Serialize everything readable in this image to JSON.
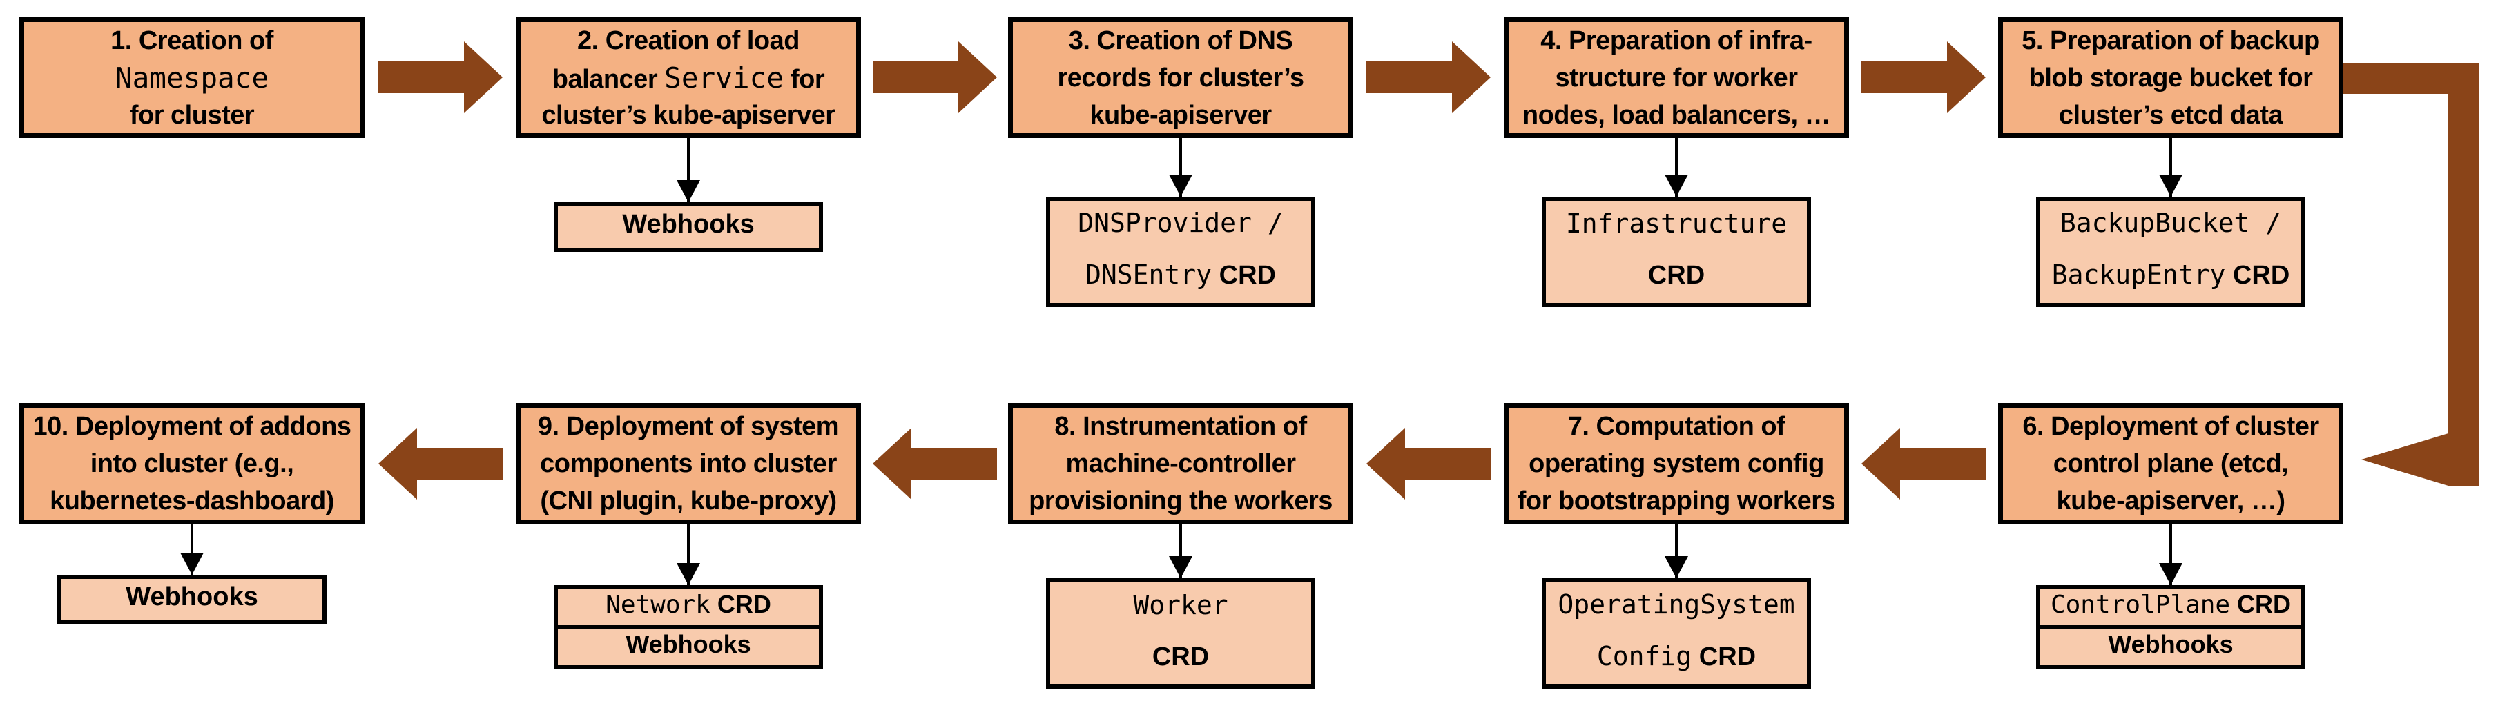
{
  "colors": {
    "step_fill": "#F4B183",
    "sub_fill": "#F8CBAD",
    "arrow_brown": "#8A4418",
    "border": "#000000",
    "background": "#FFFFFF"
  },
  "steps": [
    {
      "row": 0,
      "col": 0,
      "lines": [
        [
          {
            "t": "1. Creation of"
          }
        ],
        [
          {
            "t": "Namespace",
            "mono": true
          }
        ],
        [
          {
            "t": "for cluster"
          }
        ]
      ],
      "sub": null
    },
    {
      "row": 0,
      "col": 1,
      "lines": [
        [
          {
            "t": "2. Creation of load"
          }
        ],
        [
          {
            "t": "balancer "
          },
          {
            "t": "Service",
            "mono": true
          },
          {
            "t": " for"
          }
        ],
        [
          {
            "t": "cluster’s kube-apiserver"
          }
        ]
      ],
      "sub": {
        "kind": "single",
        "boxes": [
          {
            "lines": [
              [
                {
                  "t": "Webhooks"
                }
              ]
            ]
          }
        ]
      }
    },
    {
      "row": 0,
      "col": 2,
      "lines": [
        [
          {
            "t": "3. Creation of DNS"
          }
        ],
        [
          {
            "t": "records for cluster’s"
          }
        ],
        [
          {
            "t": "kube-apiserver"
          }
        ]
      ],
      "sub": {
        "kind": "tall",
        "boxes": [
          {
            "lines": [
              [
                {
                  "t": "DNSProvider /",
                  "mono": true
                }
              ],
              [
                {
                  "t": "DNSEntry",
                  "mono": true
                },
                {
                  "t": " CRD"
                }
              ]
            ]
          }
        ]
      }
    },
    {
      "row": 0,
      "col": 3,
      "lines": [
        [
          {
            "t": "4. Preparation of infra-"
          }
        ],
        [
          {
            "t": "structure for worker"
          }
        ],
        [
          {
            "t": "nodes, load balancers, …"
          }
        ]
      ],
      "sub": {
        "kind": "tall",
        "boxes": [
          {
            "lines": [
              [
                {
                  "t": "Infrastructure",
                  "mono": true
                }
              ],
              [
                {
                  "t": "CRD"
                }
              ]
            ]
          }
        ]
      }
    },
    {
      "row": 0,
      "col": 4,
      "lines": [
        [
          {
            "t": "5. Preparation of backup"
          }
        ],
        [
          {
            "t": "blob storage bucket for"
          }
        ],
        [
          {
            "t": "cluster’s etcd data"
          }
        ]
      ],
      "sub": {
        "kind": "tall",
        "boxes": [
          {
            "lines": [
              [
                {
                  "t": "BackupBucket /",
                  "mono": true
                }
              ],
              [
                {
                  "t": "BackupEntry",
                  "mono": true
                },
                {
                  "t": " CRD"
                }
              ]
            ]
          }
        ]
      }
    },
    {
      "row": 1,
      "col": 4,
      "lines": [
        [
          {
            "t": "6. Deployment of cluster"
          }
        ],
        [
          {
            "t": "control plane (etcd,"
          }
        ],
        [
          {
            "t": "kube-apiserver, …)"
          }
        ]
      ],
      "sub": {
        "kind": "stacked",
        "boxes": [
          {
            "lines": [
              [
                {
                  "t": "ControlPlane",
                  "mono": true
                },
                {
                  "t": " CRD"
                }
              ]
            ]
          },
          {
            "lines": [
              [
                {
                  "t": "Webhooks"
                }
              ]
            ]
          }
        ]
      }
    },
    {
      "row": 1,
      "col": 3,
      "lines": [
        [
          {
            "t": "7. Computation of"
          }
        ],
        [
          {
            "t": "operating system config"
          }
        ],
        [
          {
            "t": "for bootstrapping workers"
          }
        ]
      ],
      "sub": {
        "kind": "tall",
        "boxes": [
          {
            "lines": [
              [
                {
                  "t": "OperatingSystem",
                  "mono": true
                }
              ],
              [
                {
                  "t": "Config",
                  "mono": true
                },
                {
                  "t": " CRD"
                }
              ]
            ]
          }
        ]
      }
    },
    {
      "row": 1,
      "col": 2,
      "lines": [
        [
          {
            "t": "8. Instrumentation of"
          }
        ],
        [
          {
            "t": "machine-controller"
          }
        ],
        [
          {
            "t": "provisioning the workers"
          }
        ]
      ],
      "sub": {
        "kind": "tall",
        "boxes": [
          {
            "lines": [
              [
                {
                  "t": "Worker",
                  "mono": true
                }
              ],
              [
                {
                  "t": "CRD"
                }
              ]
            ]
          }
        ]
      }
    },
    {
      "row": 1,
      "col": 1,
      "lines": [
        [
          {
            "t": "9. Deployment of system"
          }
        ],
        [
          {
            "t": "components into cluster"
          }
        ],
        [
          {
            "t": "(CNI plugin, kube-proxy)"
          }
        ]
      ],
      "sub": {
        "kind": "stacked",
        "boxes": [
          {
            "lines": [
              [
                {
                  "t": "Network",
                  "mono": true
                },
                {
                  "t": " CRD"
                }
              ]
            ]
          },
          {
            "lines": [
              [
                {
                  "t": "Webhooks"
                }
              ]
            ]
          }
        ]
      }
    },
    {
      "row": 1,
      "col": 0,
      "lines": [
        [
          {
            "t": "10. Deployment of addons"
          }
        ],
        [
          {
            "t": "into cluster (e.g.,"
          }
        ],
        [
          {
            "t": "kubernetes-dashboard)"
          }
        ]
      ],
      "sub": {
        "kind": "single",
        "boxes": [
          {
            "lines": [
              [
                {
                  "t": "Webhooks"
                }
              ]
            ]
          }
        ]
      }
    }
  ]
}
